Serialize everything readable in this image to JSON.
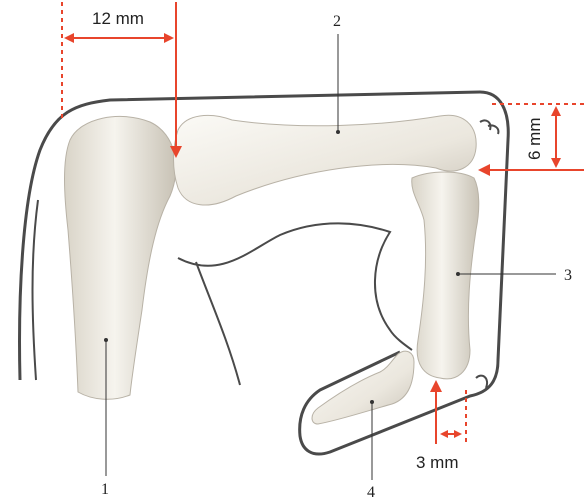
{
  "measurements": {
    "top_gap": "12 mm",
    "side_gap": "6 mm",
    "bottom_gap": "3 mm"
  },
  "labels": {
    "one": "1",
    "two": "2",
    "three": "3",
    "four": "4"
  },
  "colors": {
    "dimension_red": "#e8452c",
    "outline_gray": "#4a4a4a",
    "bone_fill": "#ece8df",
    "bone_shadow": "#bdb7ab"
  }
}
